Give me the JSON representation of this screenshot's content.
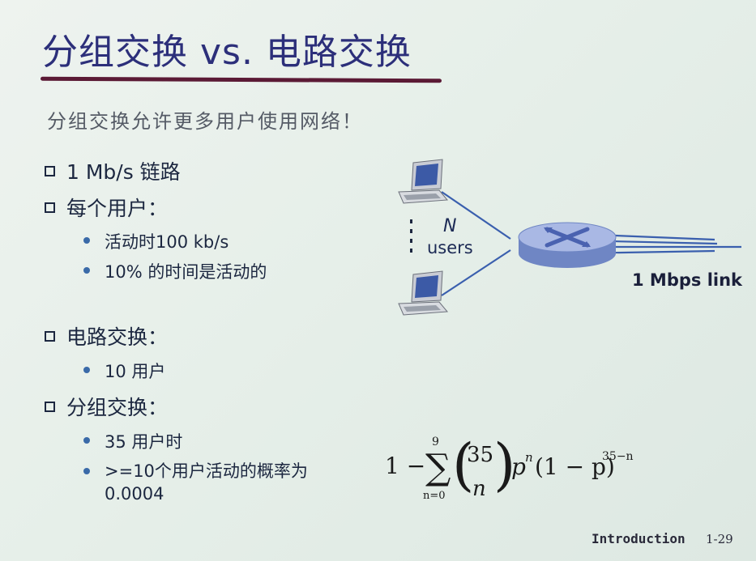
{
  "title": "分组交换 vs. 电路交换",
  "subtitle": "分组交换允许更多用户使用网络！",
  "bullets": {
    "link": "1 Mb/s 链路",
    "per_user": "每个用户：",
    "active_rate": "活动时100 kb/s",
    "active_pct": "10% 的时间是活动的",
    "circuit": "电路交换：",
    "circuit_users": "10 用户",
    "packet": "分组交换：",
    "packet_users": "35 用户时",
    "prob_line1": ">=10个用户活动的概率为",
    "prob_line2": "0.0004"
  },
  "diagram": {
    "n_label": "N",
    "users_label": "users",
    "link_label": "1 Mbps link"
  },
  "formula": {
    "lead": "1 −",
    "sum_upper": "9",
    "sum_lower": "n=0",
    "binom_top": "35",
    "binom_bottom": "n",
    "p": "p",
    "p_exp": "n",
    "one_minus_p": "(1 − p)",
    "exp2": "35−n"
  },
  "footer": {
    "section": "Introduction",
    "page": "1-29"
  },
  "colors": {
    "title": "#2c2f7a",
    "rule": "#5b1a35",
    "bullet_dot": "#3a6aa8",
    "router": "#8fa4d8"
  },
  "icons": [
    "checkbox-bullet-icon",
    "computer-icon",
    "router-icon"
  ]
}
